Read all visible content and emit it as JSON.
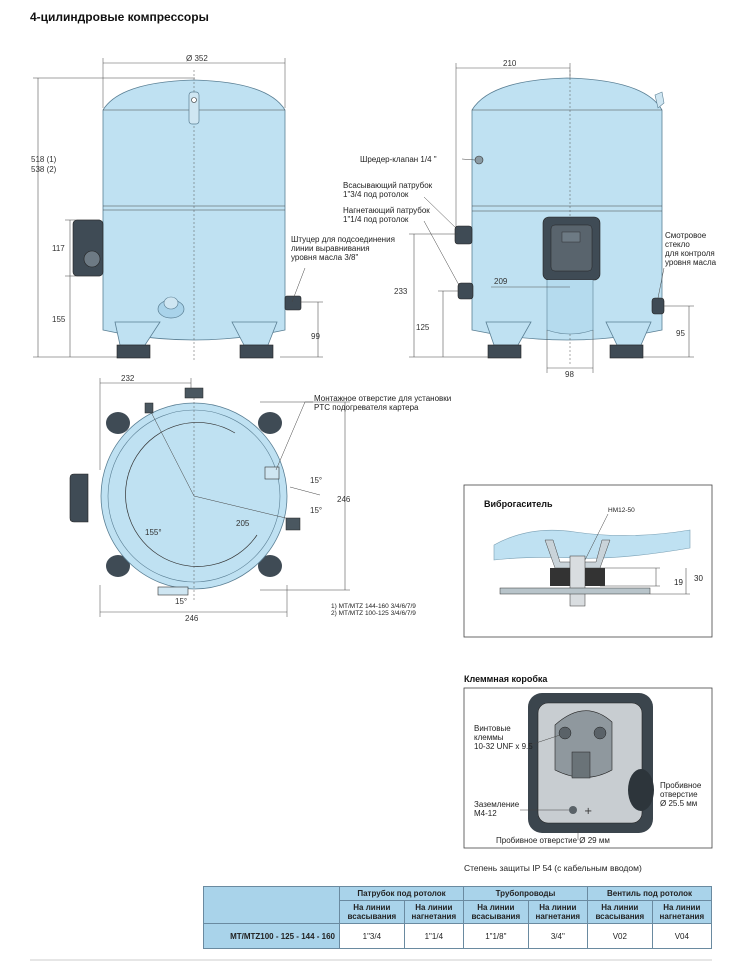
{
  "title": "4-цилиндровые компрессоры",
  "front_view": {
    "diameter": "Ø 352",
    "height_1": "518 (1)",
    "height_2": "538 (2)",
    "dim_117": "117",
    "dim_155": "155",
    "dim_99": "99",
    "label_oil_fitting": [
      "Штуцер для подсоединения",
      "линии выравнивания",
      "уровня масла 3/8\""
    ]
  },
  "side_view": {
    "dim_210": "210",
    "dim_209": "209",
    "dim_233": "233",
    "dim_125": "125",
    "dim_98": "98",
    "dim_95": "95",
    "label_schrader": "Шредер-клапан 1/4 \"",
    "label_suction": [
      "Всасывающий патрубок",
      "1\"3/4 под ротолок"
    ],
    "label_discharge": [
      "Нагнетающий патрубок",
      "1\"1/4 под ротолок"
    ],
    "label_sightglass": [
      "Смотровое",
      "стекло",
      "для контроля",
      "уровня масла"
    ]
  },
  "top_view": {
    "dim_232": "232",
    "dim_246_right": "246",
    "dim_246_bottom": "246",
    "dim_205": "205",
    "angle_155": "155°",
    "angle_15a": "15°",
    "angle_15b": "15°",
    "angle_15c": "15°",
    "label_ptc": [
      "Монтажное отверстие для установки",
      "PTC подогревателя картера"
    ],
    "footnote_1": "1) MT/MTZ 144-160 3/4/6/7/9",
    "footnote_2": "2) MT/MTZ 100-125 3/4/6/7/9"
  },
  "vibration_box": {
    "title": "Виброгаситель",
    "bolt": "HM12-50",
    "dim_19": "19",
    "dim_30": "30"
  },
  "terminal_box": {
    "title": "Клеммная коробка",
    "label_terminals": [
      "Винтовые",
      "клеммы",
      "10-32 UNF x 9.5"
    ],
    "label_ground": [
      "Заземление",
      "M4-12"
    ],
    "label_knockout": [
      "Пробивное",
      "отверстие",
      "Ø 25.5 мм"
    ],
    "label_knockout_bottom": "Пробивное отверстие Ø 29 мм",
    "protection": "Степень защиты IP 54 (с кабельным вводом)"
  },
  "table": {
    "groups": [
      "Патрубок под ротолок",
      "Трубопроводы",
      "Вентиль под ротолок"
    ],
    "subheaders": [
      [
        "На линии",
        "всасывания"
      ],
      [
        "На линии",
        "нагнетания"
      ],
      [
        "На линии",
        "всасывания"
      ],
      [
        "На линии",
        "нагнетания"
      ],
      [
        "На линии",
        "всасывания"
      ],
      [
        "На линии",
        "нагнетания"
      ]
    ],
    "model": "MT/MTZ100 - 125 - 144 - 160",
    "values": [
      "1\"3/4",
      "1\"1/4",
      "1\"1/8\"",
      "3/4\"",
      "V02",
      "V04"
    ]
  }
}
